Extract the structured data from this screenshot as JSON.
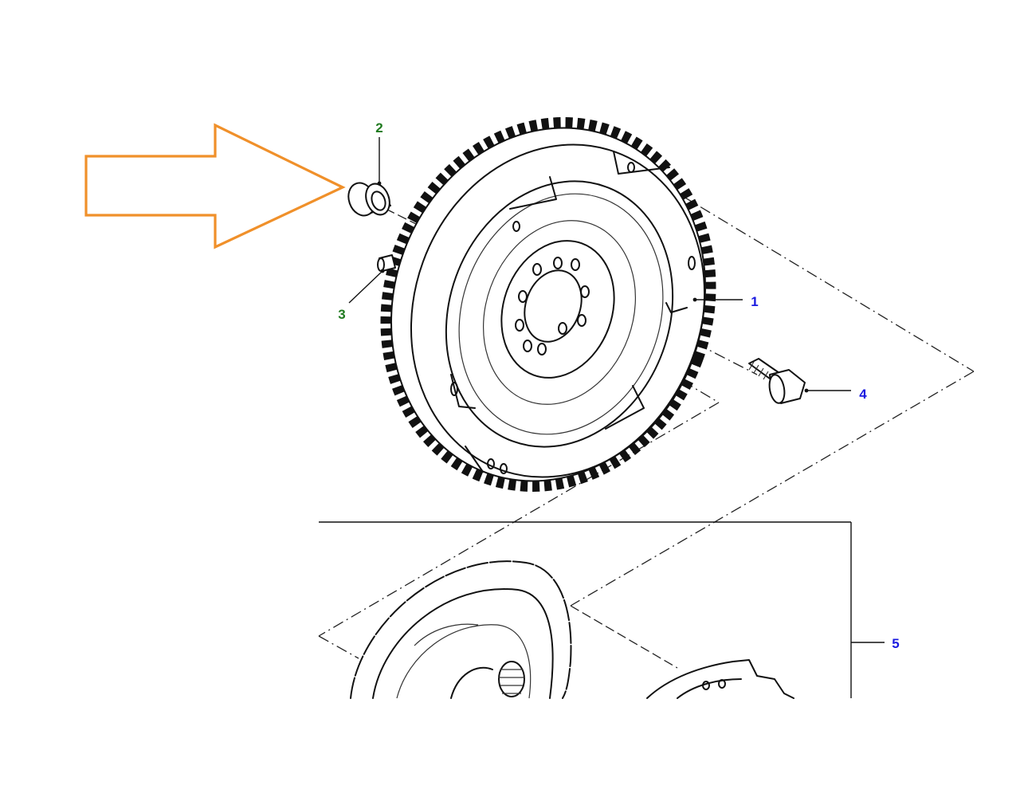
{
  "callouts": {
    "c1": "1",
    "c2": "2",
    "c3": "3",
    "c4": "4",
    "c5": "5"
  },
  "colors": {
    "arrow": "#f0902a",
    "callout_blue": "#1a1ae0",
    "callout_green": "#1f7a1f",
    "linework": "#111111"
  },
  "icons": {
    "pointer": "orange-outline-arrow-icon"
  }
}
